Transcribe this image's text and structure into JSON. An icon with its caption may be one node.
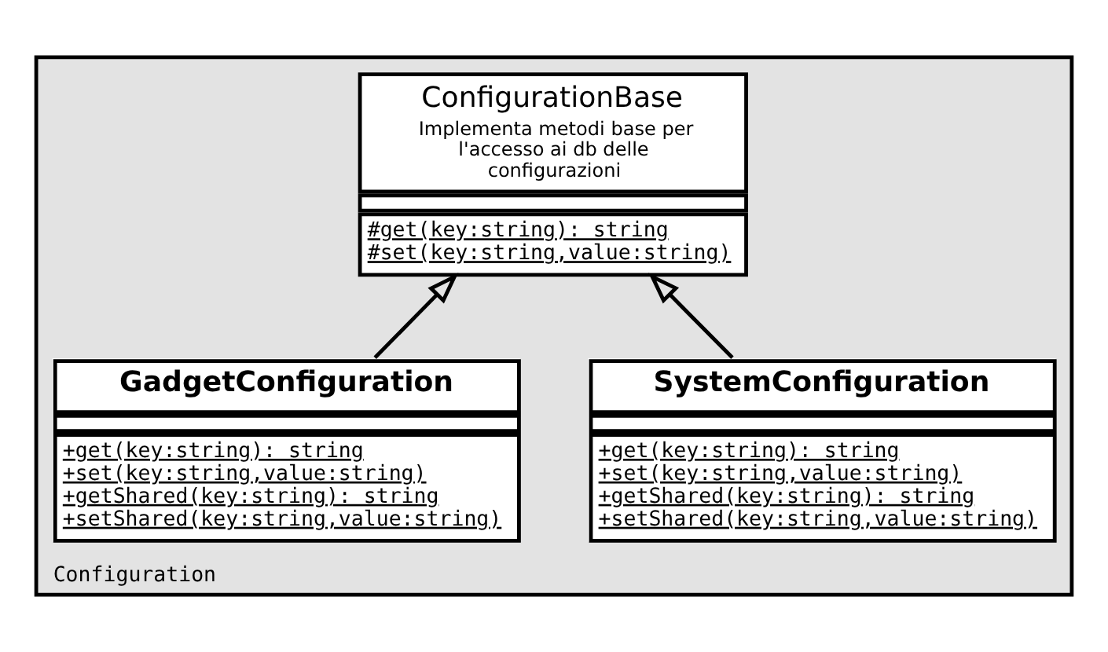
{
  "diagram": {
    "nodes": [
      {
        "text": [
          "Configuration"
        ]
      },
      {
        "text": [
          "ConfigurationBase",
          "Implementa metodi base per l'accesso ai db delle configurazioni",
          "#get(key:string): string",
          "#set(key:string,value:string)"
        ],
        "in": 0
      },
      {
        "text": [
          "SystemConfiguration",
          "+get(key:string): string",
          "+set(key:string,value:string)",
          "+getShared(key:string): string",
          "+setShared(key:string,value:string)"
        ],
        "in": 0
      },
      {
        "text": [
          "GadgetConfiguration",
          "+get(key:string): string",
          "+set(key:string,value:string)",
          "+getShared(key:string): string",
          "+setShared(key:string,value:string)"
        ],
        "in": 0
      }
    ],
    "edges": [
      {
        "from": 2,
        "to": 1,
        "arrow": "to"
      },
      {
        "from": 3,
        "to": 1,
        "arrow": "to"
      }
    ]
  }
}
